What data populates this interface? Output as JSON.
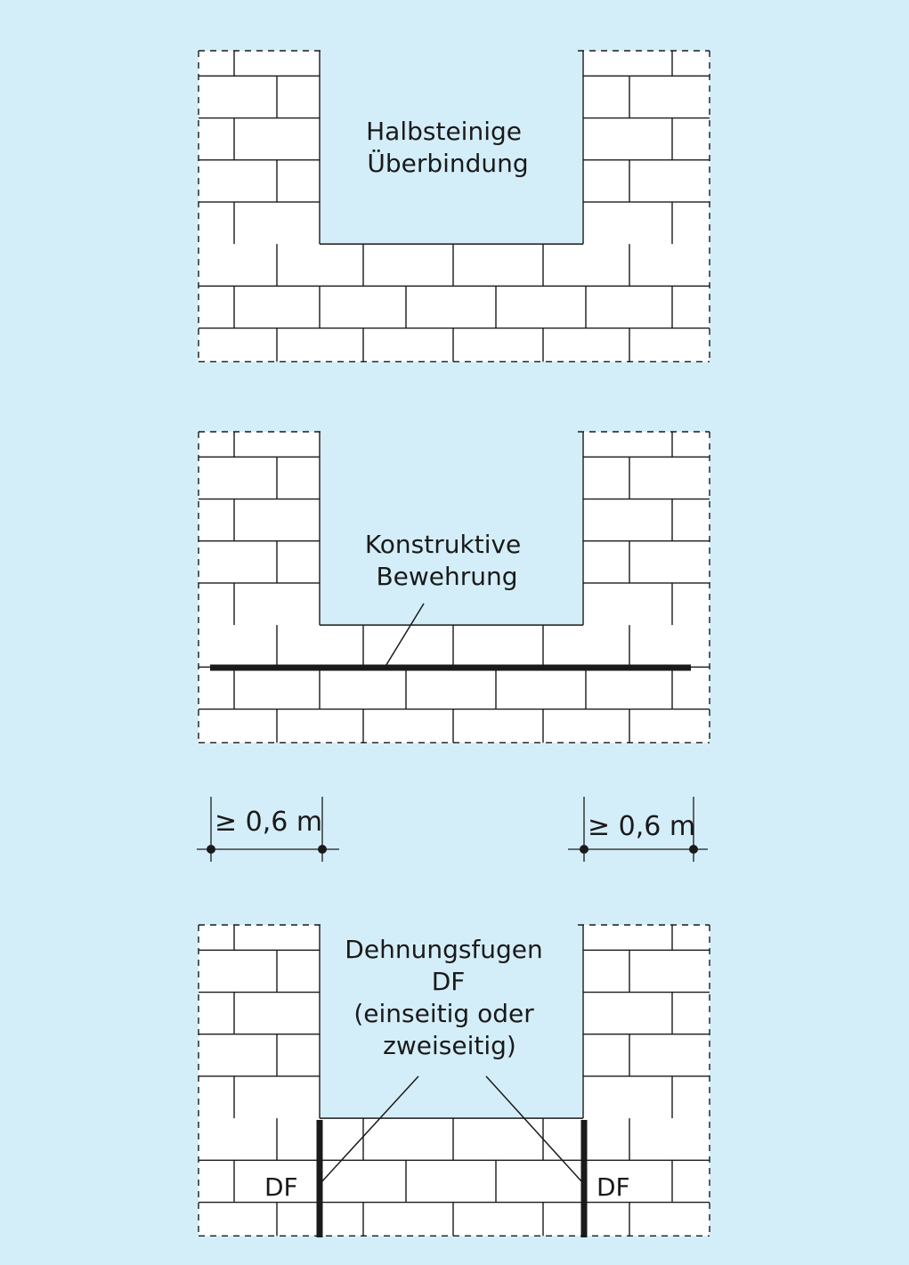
{
  "colors": {
    "background": "#d4eef9",
    "brick_fill": "#ffffff",
    "line": "#1a1a1a"
  },
  "panel_top": {
    "label_lines": [
      "Halbsteinige",
      "Überbindung"
    ]
  },
  "panel_middle": {
    "label_lines": [
      "Konstruktive",
      "Bewehrung"
    ]
  },
  "dimensions": {
    "left": "≥ 0,6 m",
    "right": "≥ 0,6 m"
  },
  "panel_bottom": {
    "label_lines": [
      "Dehnungsfugen",
      "DF",
      "(einseitig oder",
      "zweiseitig)"
    ],
    "joint_left": "DF",
    "joint_right": "DF"
  }
}
